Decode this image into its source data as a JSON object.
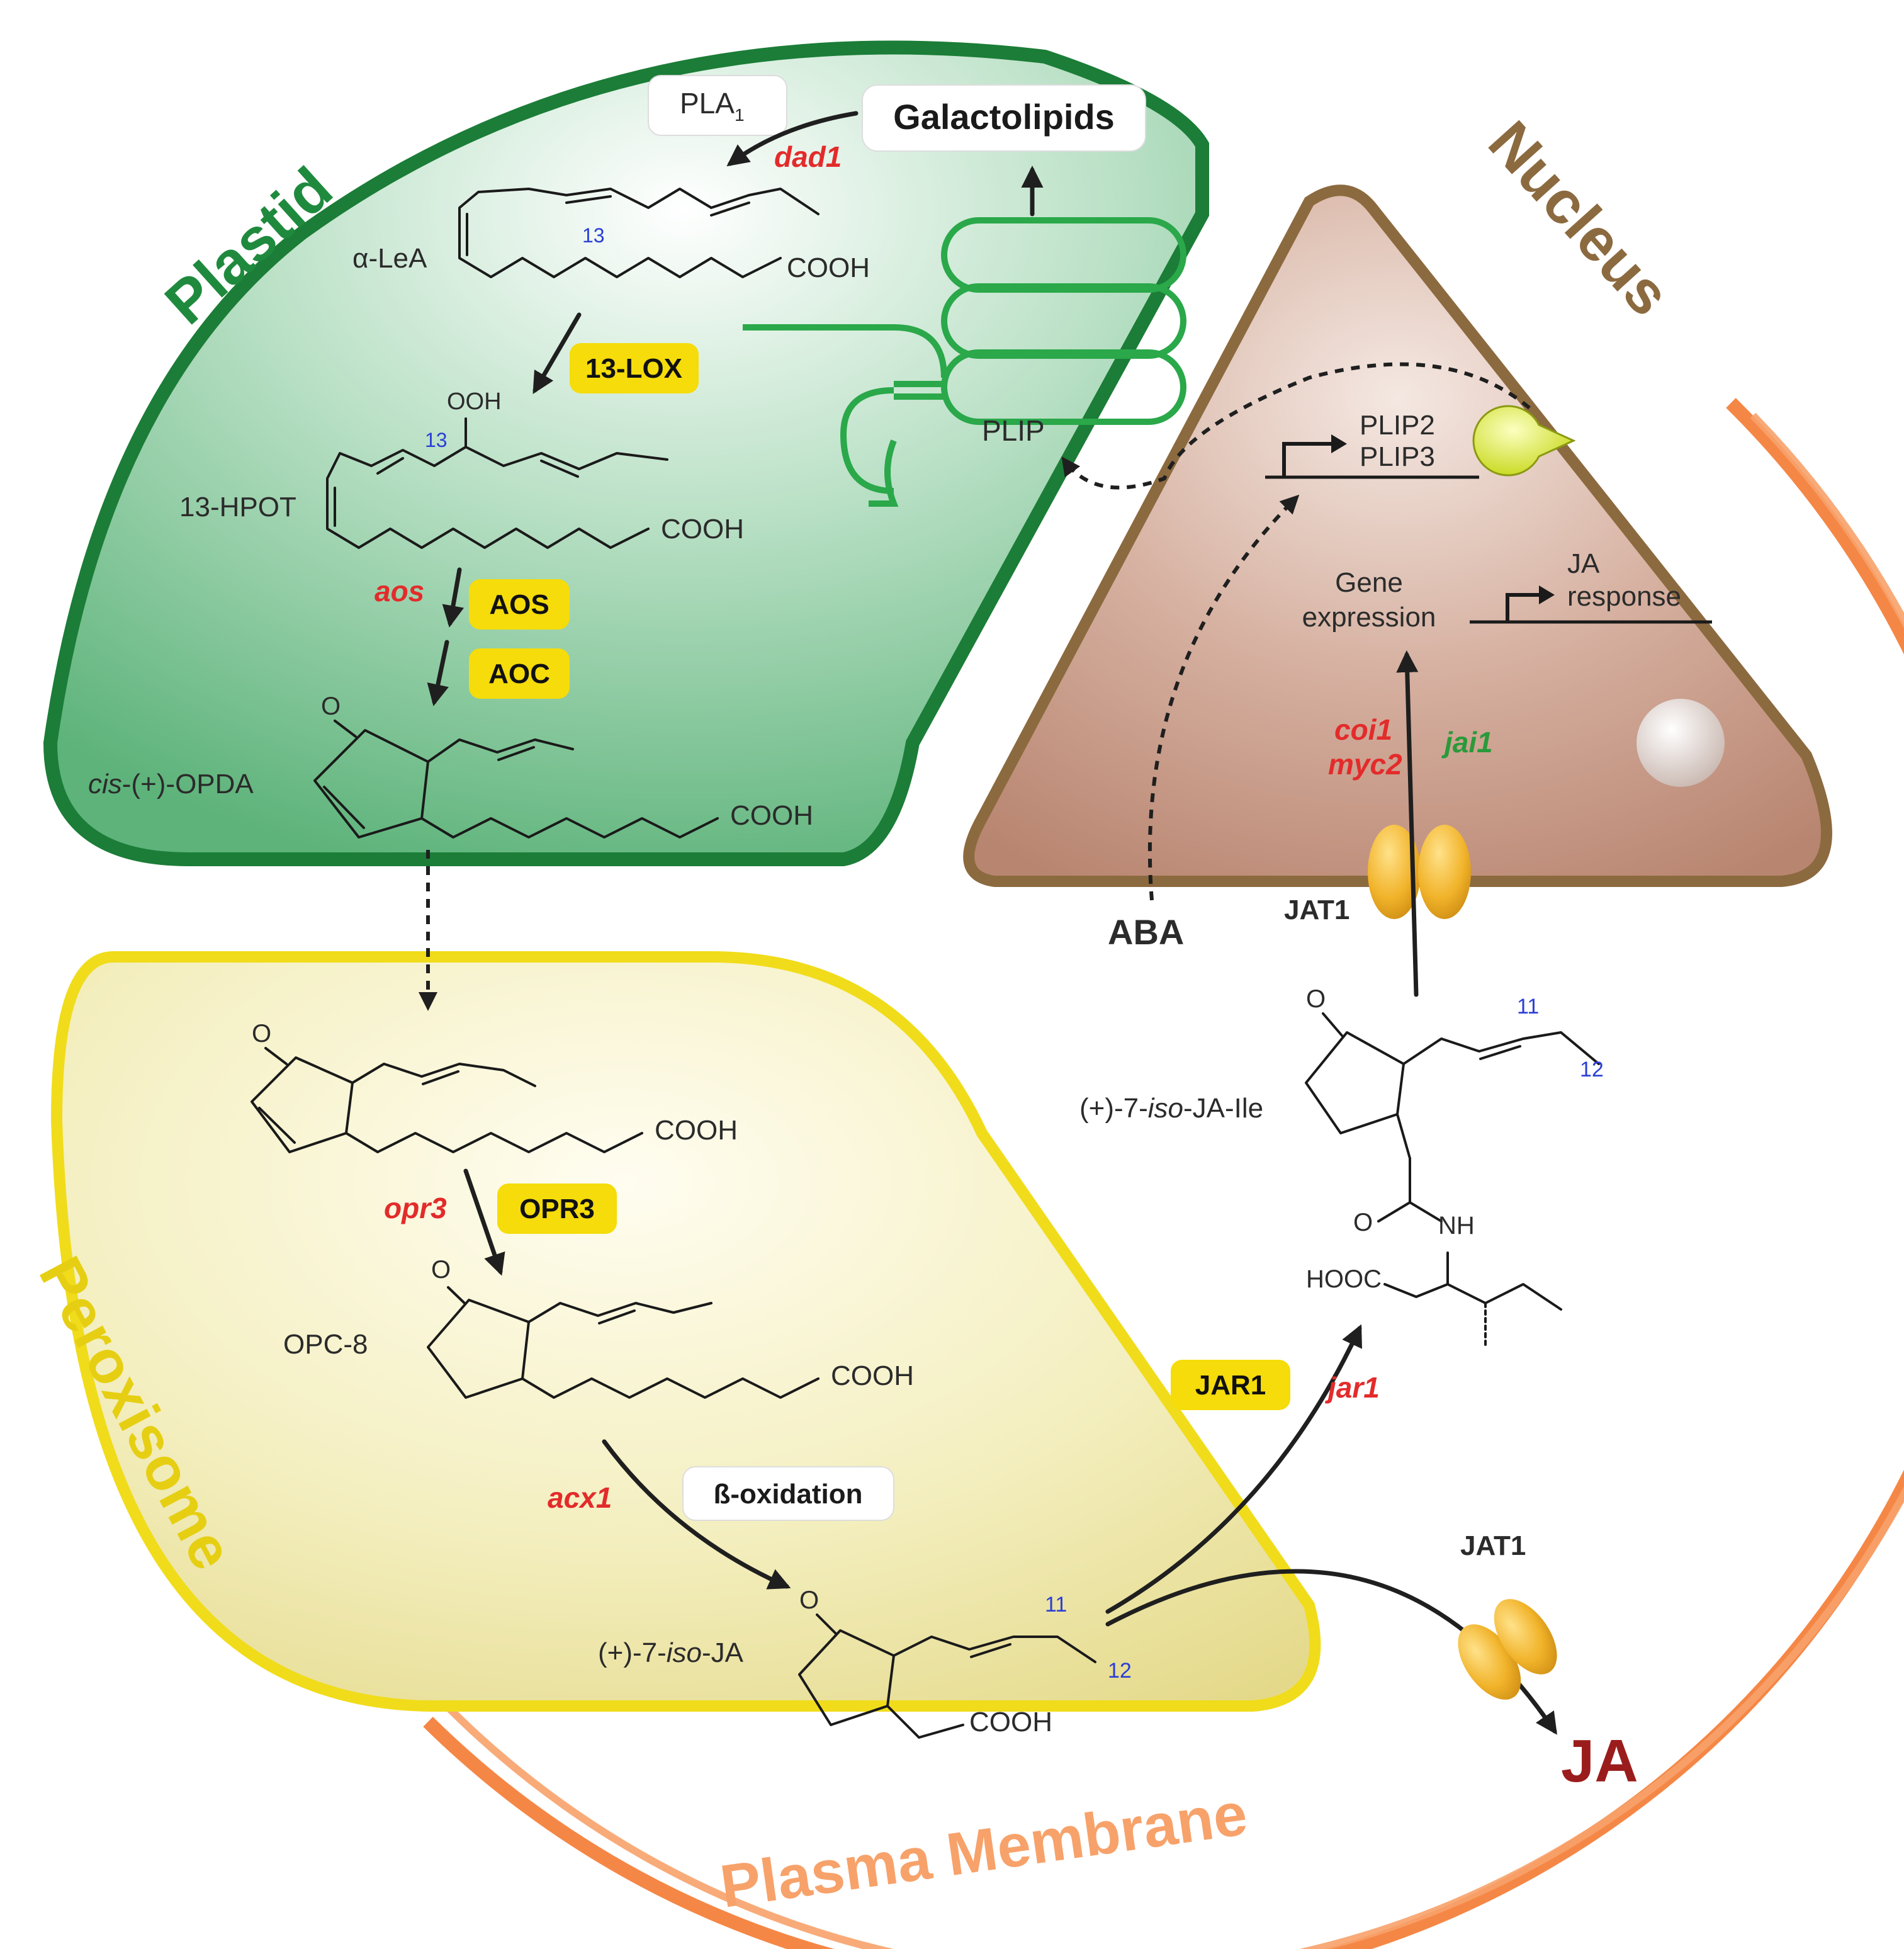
{
  "compartments": {
    "plastid": "Plastid",
    "nucleus": "Nucleus",
    "peroxisome": "Peroxisome",
    "plasma_membrane": "Plasma Membrane"
  },
  "labels": {
    "pla1": "PLA",
    "pla1_sub": "1",
    "galactolipids": "Galactolipids",
    "dad1": "dad1",
    "alpha_lea_a": "α",
    "alpha_lea_b": "-LeA",
    "num13_a": "13",
    "cooh": "COOH",
    "lox13": "13-LOX",
    "ooh": "OOH",
    "num13_b": "13",
    "hpot13": "13-HPOT",
    "plip": "PLIP",
    "aos_gene": "aos",
    "aos": "AOS",
    "aoc": "AOC",
    "opda_cis": "cis",
    "opda_rest": "-(+)-OPDA",
    "o": "O",
    "plip2": "PLIP2",
    "plip3": "PLIP3",
    "gene": "Gene",
    "expression": "expression",
    "ja_response_1": "JA",
    "ja_response_2": "response",
    "coi1": "coi1",
    "myc2": "myc2",
    "jai1": "jai1",
    "aba": "ABA",
    "jat1_a": "JAT1",
    "jat1_b": "JAT1",
    "opr3_gene": "opr3",
    "opr3": "OPR3",
    "opc8": "OPC-8",
    "jar1": "JAR1",
    "jar1_gene": "jar1",
    "acx1": "acx1",
    "beta_ox": "ß-oxidation",
    "isoja_a": "(+)-7-",
    "isoja_iso": "iso",
    "isoja_b": "-JA",
    "isojaile_a": "(+)-7-",
    "isojaile_iso": "iso",
    "isojaile_b": "-JA-Ile",
    "nh": "NH",
    "hooc": "HOOC",
    "n11_a": "11",
    "n12_a": "12",
    "n11_b": "11",
    "n12_b": "12",
    "ja_out": "JA"
  },
  "colors": {
    "plastid": "#1f8a3e",
    "peroxisome": "#f3df1e",
    "nucleus": "#8c6a3f",
    "membrane": "#f47a32",
    "enzyme_box": "#f5dc0a",
    "mutant_red": "#e32b2b",
    "mutant_green": "#2a9a3a",
    "ja_dark_red": "#9b1c1c"
  }
}
